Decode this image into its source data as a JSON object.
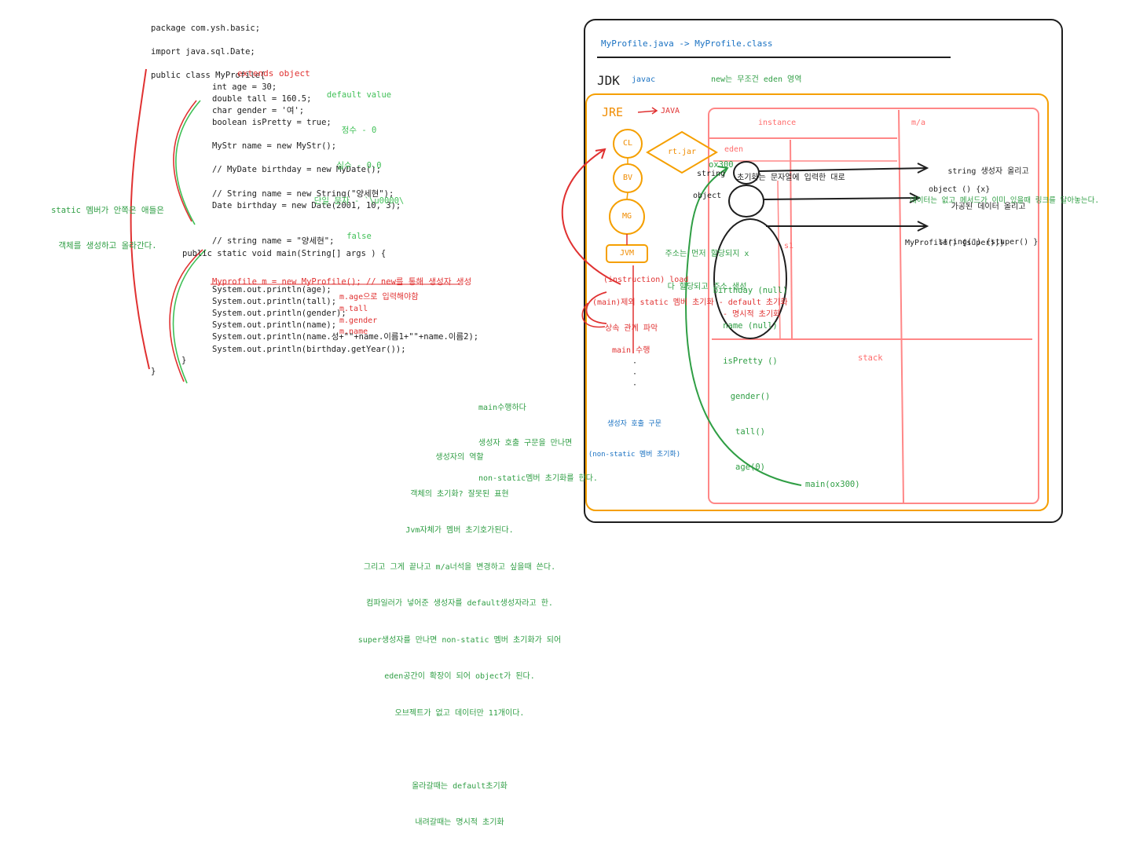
{
  "code": {
    "package": "package com.ysh.basic;",
    "import": "import java.sql.Date;",
    "class_decl": "public class MyProfile{",
    "extends_note": "extends object",
    "field_age": "int age = 30;",
    "field_tall": "double tall = 160.5;",
    "field_gender": "char gender = '여';",
    "field_pretty": "boolean isPretty = true;",
    "mystr": "MyStr name = new MyStr();",
    "mydate_comment": "// MyDate birthday = new MyDate();",
    "string_comment": "// String name = new String(\"양세현\");",
    "date_line": "Date birthday = new Date(2001, 10, 3);",
    "string_comment2": "// string name = \"양세현\";",
    "main_decl": "public static void main(String[] args ) {",
    "myprofile_line": "Myprofile m = new MyProfile(); // new를 통해 생성자 생성",
    "print_age": "System.out.println(age);",
    "print_tall": "System.out.println(tall);",
    "print_gender": "System.out.println(gender);",
    "print_name": "System.out.println(name);",
    "print_name2": "System.out.println(name.성+\"\"+name.이름1+\"\"+name.이름2);",
    "print_birthday": "System.out.println(birthday.getYear());",
    "close_inner": "}",
    "close_outer": "}"
  },
  "annotations": {
    "default_value": [
      "default value",
      "정수 - 0",
      "실수 - 0.0",
      "단일 문자 - `\\u0000\\",
      "false"
    ],
    "static_note": [
      "static 멤버가 안쪽은 애들은",
      "객체를 생성하고 올라간다."
    ],
    "m_age": "m.age으로 입력해야함",
    "m_tall": "m.tall",
    "m_gender": "m.gender",
    "m_name": "m.name",
    "main_flow": [
      "main수행하다",
      "생성자 호출 구문을 만나면",
      "non-static멤버 초기화를 한다."
    ],
    "constructor_role": [
      "생성자의 역할",
      "객체의 초기화? 잘못된 표현",
      "Jvm자체가 멤버 초기호가된다.",
      "그리고 그게 끝나고 m/a너석을 변경하고 싶을때 쓴다.",
      "컴파일러가 넣어준 생성자를 default생성자라고 한.",
      "super생성자를 만나면 non-static 멤버 초기화가 되어",
      "eden공간이 확장이 되어 object가 된다.",
      "오브젝트가 없고 데이터만 11개이다.",
      "",
      "올라갈때는 default초기화",
      "내려갈때는 명시적 초기화"
    ]
  },
  "diagram": {
    "header": "MyProfile.java -> MyProfile.class",
    "jdk": "JDK",
    "javac": "javac",
    "eden_note": "new는 무조건 eden 영역",
    "jre": "JRE",
    "java": "JAVA",
    "cl": "CL",
    "bv": "BV",
    "mg": "MG",
    "jvm": "JVM",
    "rtjar": "rt.jar",
    "instance": "instance",
    "ma": "m/a",
    "eden": "eden",
    "addr": "ox300",
    "string_label": "string",
    "object_label": "object",
    "string_init_note": "초기화는 문자열에 입력한 대로",
    "string_ctor": [
      "string 생성자 올리고",
      "가공된 데이터 올리고",
      "string(\") {stuper() }"
    ],
    "object_ctor": "object () {x}",
    "object_note": "데이터는 없고 메서드가 이미 있을때 링크를 달아놓는다.",
    "myprofile_ctor": "MyProfile() {super);}",
    "addr_note": [
      "주소는 먼저 할당되지 x",
      "다 할당되고 주소 생성"
    ],
    "s1": "s1",
    "fields": [
      "birthday (null)",
      "name (null)",
      "isPretty ()",
      "gender()",
      "tall()",
      "age(0)"
    ],
    "load": "(instruction) load",
    "static_init": "(main)제외 static 멤버 초기화 - default 초기화",
    "explicit_init": "- 명시적 초기화",
    "inheritance": "상속 관계 파악",
    "main_run": "main 수행",
    "ctor_call": [
      "생성자 호출 구문",
      "(non-static 멤버 초기화)"
    ],
    "stack": "stack",
    "main_ox": "main(ox300)"
  }
}
